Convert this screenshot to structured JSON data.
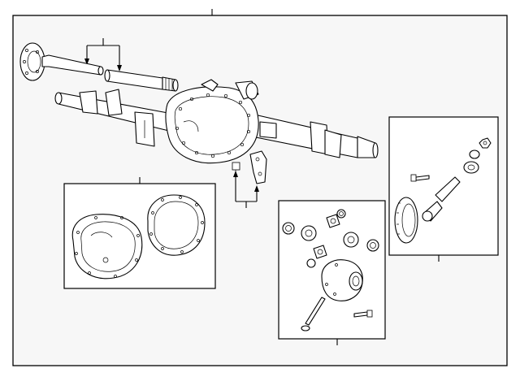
{
  "diagram": {
    "background": "#ffffff",
    "panel_fill": "#f7f7f7",
    "line_color": "#000000",
    "groups": [
      {
        "name": "axle-assembly",
        "parts": [
          "axle-housing",
          "axle-shaft-left",
          "axle-shaft-right",
          "wheel-flange",
          "mounting-bracket"
        ]
      },
      {
        "name": "cover-inset",
        "parts": [
          "differential-cover",
          "cover-gasket"
        ]
      },
      {
        "name": "differential-inset",
        "parts": [
          "side-gear",
          "pinion-gear",
          "thrust-washer",
          "differential-case",
          "pinion-shaft",
          "lock-bolt"
        ]
      },
      {
        "name": "ring-pinion-inset",
        "parts": [
          "ring-gear",
          "drive-pinion",
          "bearing",
          "pinion-nut",
          "ring-gear-bolt"
        ]
      }
    ]
  }
}
